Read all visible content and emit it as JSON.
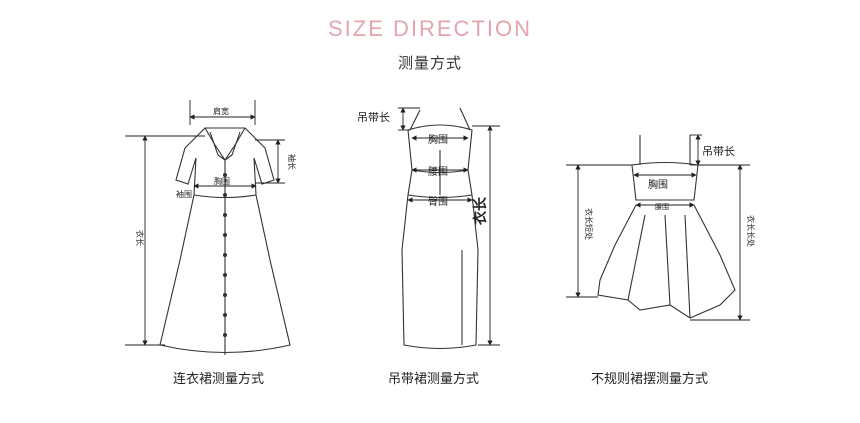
{
  "header": {
    "title": "SIZE DIRECTION",
    "subtitle": "测量方式",
    "title_color": "#e3a4ae"
  },
  "dress1": {
    "shoulder": "肩宽",
    "sleeve": "袖长",
    "cuff": "袖围",
    "bust": "胸围",
    "length": "衣长",
    "caption": "连衣裙测量方式"
  },
  "dress2": {
    "strap": "吊带长",
    "bust": "胸围",
    "waist": "腰围",
    "hip": "臀围",
    "length": "衣长",
    "caption": "吊带裙测量方式"
  },
  "dress3": {
    "strap": "吊带长",
    "bust": "胸围",
    "waist": "腰围",
    "short_length": "衣长短处",
    "long_length": "衣长长处",
    "caption": "不规则裙摆测量方式"
  }
}
